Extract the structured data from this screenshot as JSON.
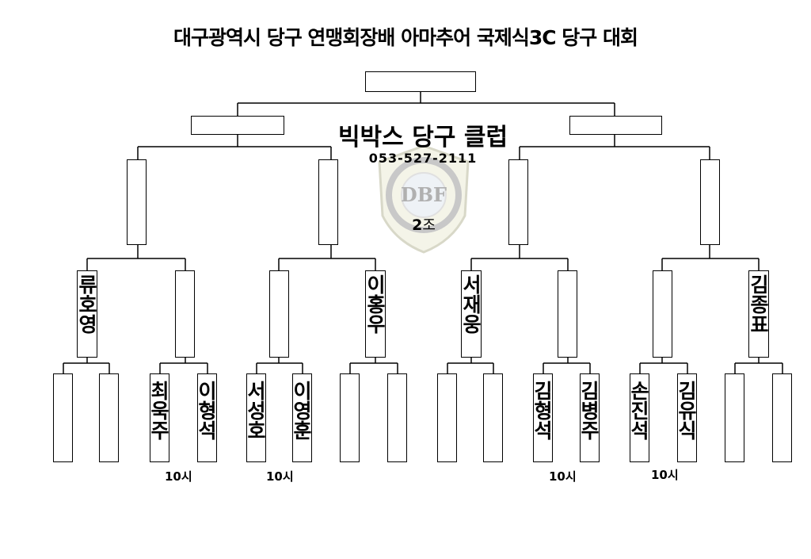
{
  "title": "대구광역시 당구 연맹회장배 아마추어 국제식3C 당구 대회",
  "club": {
    "name": "빅박스 당구 클럽",
    "phone": "053-527-2111",
    "group_number": "2",
    "group_suffix": "조"
  },
  "logo": {
    "text": "DBF",
    "color": "#b0b0b0"
  },
  "round_of_16": {
    "bye_players": [
      "류호영",
      "이홍우",
      "서재웅",
      "김종표"
    ]
  },
  "round_of_32": {
    "players": {
      "m3a": "최욱주",
      "m3b": "이형석",
      "m4a": "서성호",
      "m4b": "이영훈",
      "m11a": "김형석",
      "m11b": "김병주",
      "m13a": "손진석",
      "m13b": "김유식"
    }
  },
  "times": [
    "10시",
    "10시",
    "10시",
    "10시"
  ]
}
